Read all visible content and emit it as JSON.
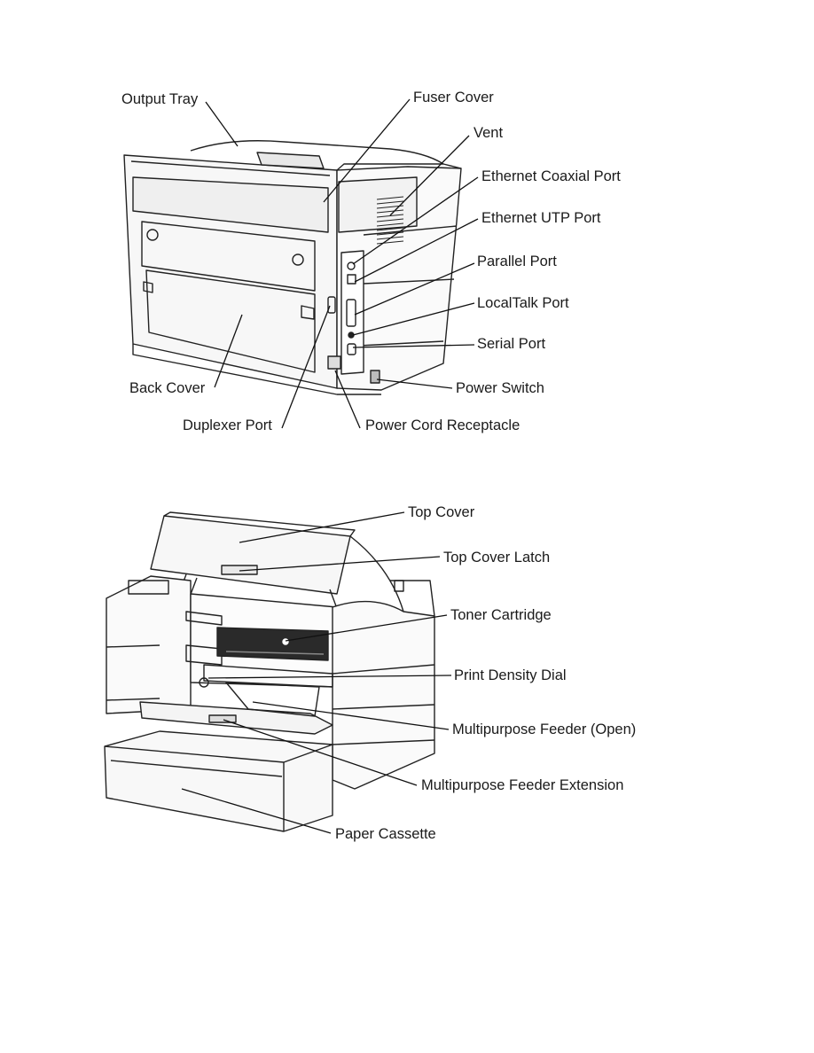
{
  "rear_view": {
    "labels": {
      "output_tray": "Output Tray",
      "fuser_cover": "Fuser Cover",
      "vent": "Vent",
      "ethernet_coaxial_port": "Ethernet Coaxial Port",
      "ethernet_utp_port": "Ethernet UTP Port",
      "parallel_port": "Parallel Port",
      "localtalk_port": "LocalTalk Port",
      "serial_port": "Serial Port",
      "power_switch": "Power Switch",
      "back_cover": "Back Cover",
      "duplexer_port": "Duplexer Port",
      "power_cord_receptacle": "Power Cord Receptacle"
    }
  },
  "front_view": {
    "labels": {
      "top_cover": "Top Cover",
      "top_cover_latch": "Top Cover Latch",
      "toner_cartridge": "Toner Cartridge",
      "print_density_dial": "Print Density Dial",
      "multipurpose_feeder_open": "Multipurpose Feeder (Open)",
      "multipurpose_feeder_extension": "Multipurpose Feeder Extension",
      "paper_cassette": "Paper Cassette"
    }
  }
}
